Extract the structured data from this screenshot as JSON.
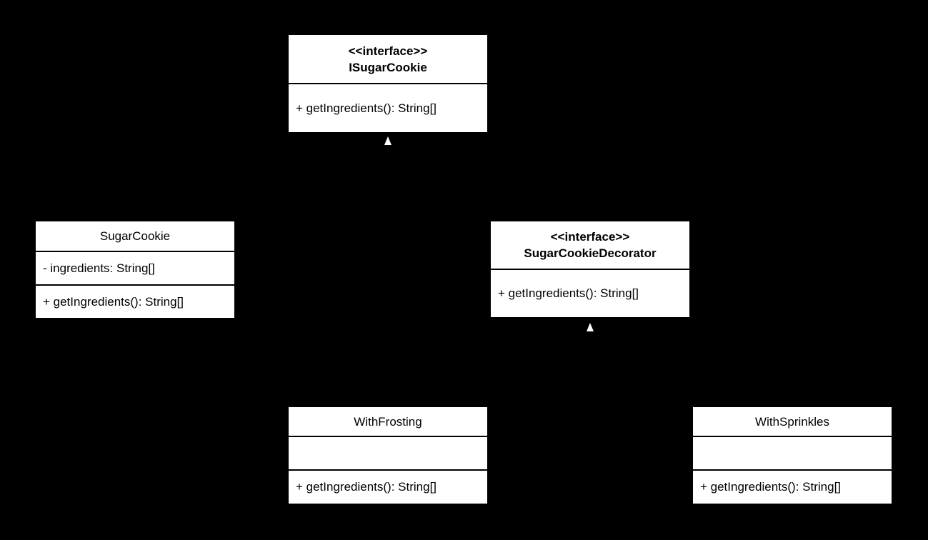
{
  "colors": {
    "background": "#000000",
    "box_fill": "#ffffff",
    "box_border": "#000000",
    "text": "#000000",
    "arrowhead": "#ffffff"
  },
  "classes": {
    "isugar_cookie": {
      "stereotype": "<<interface>>",
      "name": "ISugarCookie",
      "methods": [
        "+ getIngredients(): String[]"
      ]
    },
    "sugar_cookie": {
      "name": "SugarCookie",
      "attributes": [
        "- ingredients: String[]"
      ],
      "methods": [
        "+ getIngredients(): String[]"
      ]
    },
    "sugar_cookie_decorator": {
      "stereotype": "<<interface>>",
      "name": "SugarCookieDecorator",
      "methods": [
        "+ getIngredients(): String[]"
      ]
    },
    "with_frosting": {
      "name": "WithFrosting",
      "attributes": [],
      "methods": [
        "+ getIngredients(): String[]"
      ]
    },
    "with_sprinkles": {
      "name": "WithSprinkles",
      "attributes": [],
      "methods": [
        "+ getIngredients(): String[]"
      ]
    }
  },
  "relationships": [
    {
      "type": "realization",
      "arrowhead": "triangle-up",
      "at_class": "ISugarCookie"
    },
    {
      "type": "realization",
      "arrowhead": "triangle-up",
      "at_class": "SugarCookieDecorator"
    }
  ]
}
